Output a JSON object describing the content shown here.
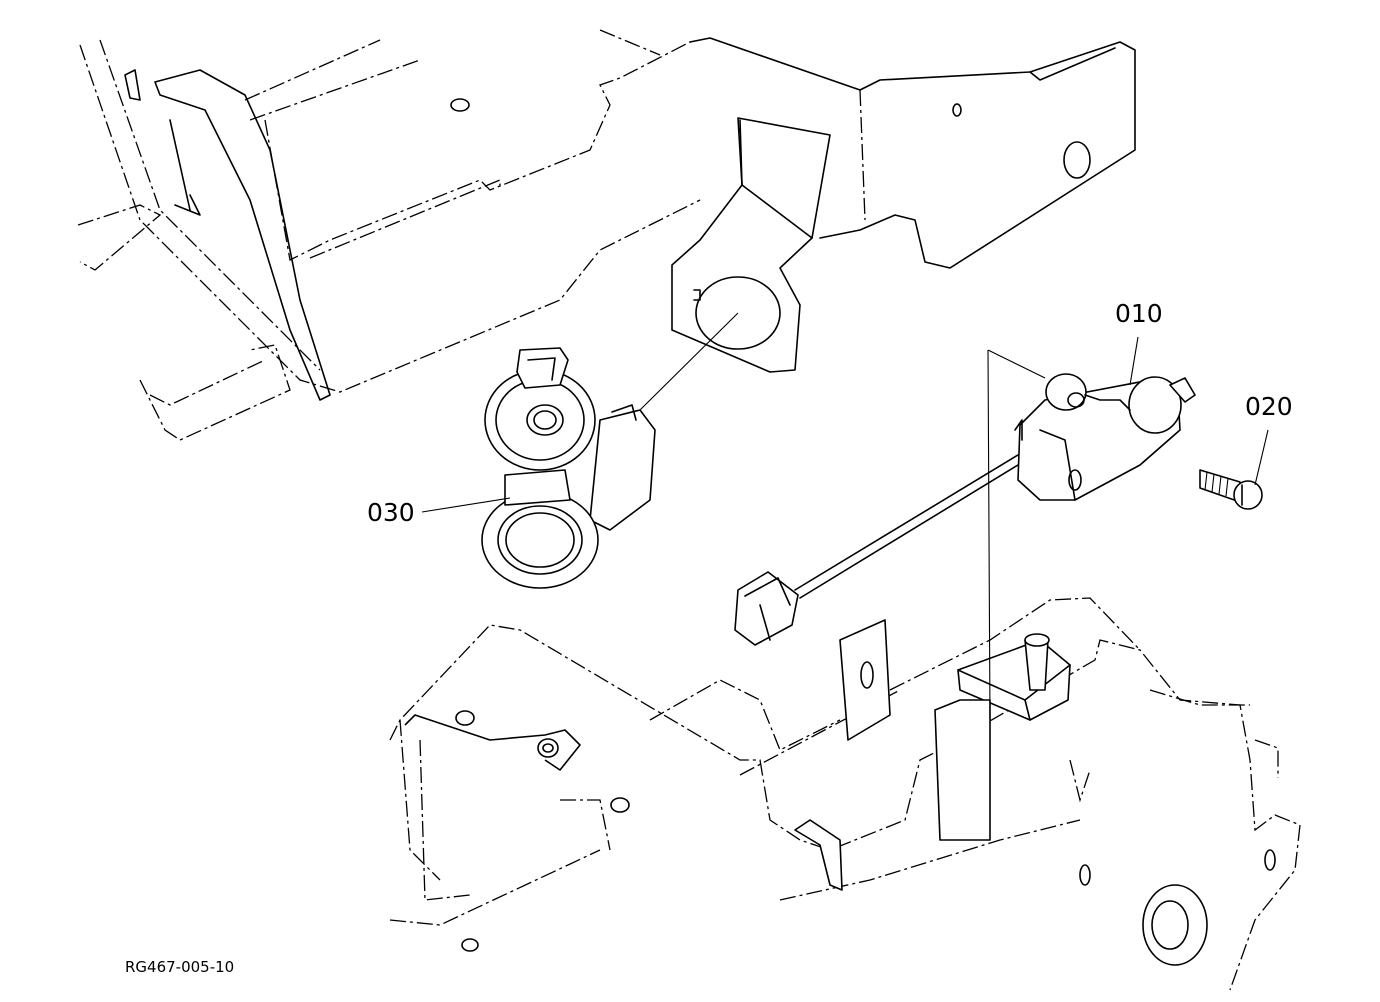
{
  "diagram": {
    "reference_code": "RG467-005-10",
    "parts": [
      {
        "number": "010"
      },
      {
        "number": "020"
      },
      {
        "number": "030"
      }
    ]
  }
}
